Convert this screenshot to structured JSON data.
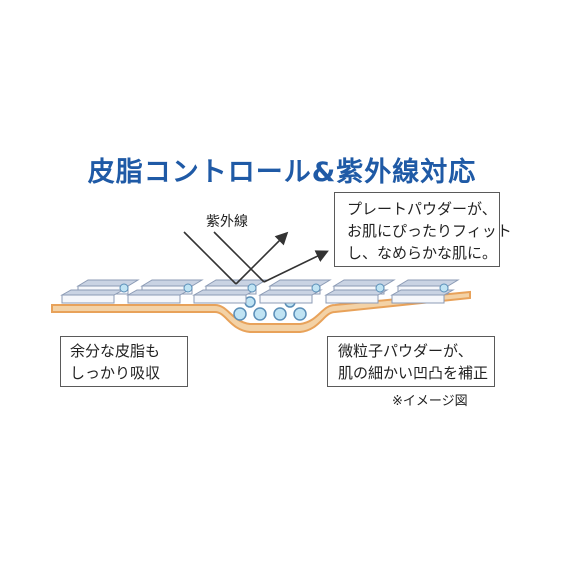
{
  "title": "皮脂コントロール&紫外線対応",
  "uv_label": "紫外線",
  "callout_top": {
    "lines": [
      "プレートパウダーが、",
      "お肌にぴったりフィット",
      "し、なめらかな肌に。"
    ]
  },
  "callout_left": {
    "lines": [
      "余分な皮脂も",
      "しっかり吸収"
    ]
  },
  "callout_right": {
    "lines": [
      "微粒子パウダーが、",
      "肌の細かい凹凸を補正"
    ]
  },
  "note": "※イメージ図",
  "colors": {
    "title": "#1f5aa6",
    "skin_fill": "#f3d2a6",
    "skin_edge": "#e8a25a",
    "plate_face": "#f5f7fb",
    "plate_side": "#c9d3e3",
    "plate_edge": "#8c9bb5",
    "particle": "#bfe3f3",
    "particle_edge": "#5b8fb8",
    "arrow": "#333333"
  }
}
